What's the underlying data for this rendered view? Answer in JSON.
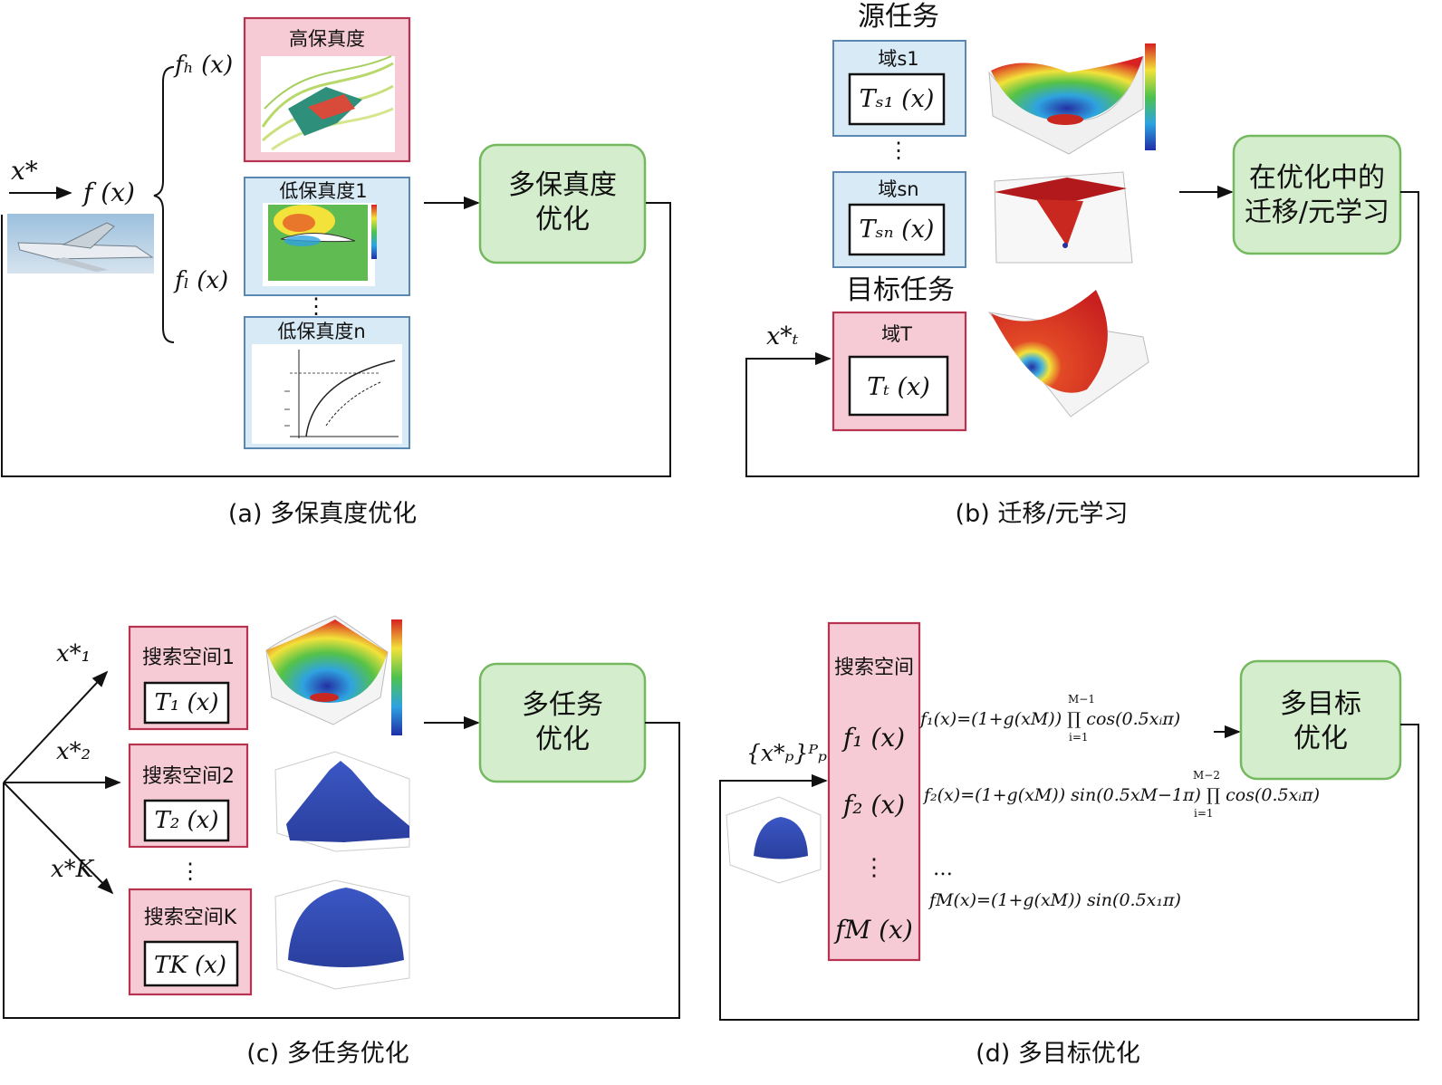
{
  "panels": {
    "a": {
      "caption": "(a) 多保真度优化",
      "input_label": "x*",
      "function_label": "f (x)",
      "hf_function": "fₕ (x)",
      "lf_function": "fₗ (x)",
      "hf_box": "高保真度",
      "lf_box_1": "低保真度1",
      "lf_box_n": "低保真度n",
      "ellipsis": "⋮",
      "opt_box": [
        "多保真度",
        "优化"
      ]
    },
    "b": {
      "caption": "(b) 迁移/元学习",
      "source_task": "源任务",
      "target_task": "目标任务",
      "domain_s1": "域s1",
      "domain_sn": "域sn",
      "domain_t": "域T",
      "task_s1": "Tₛ₁ (x)",
      "task_sn": "Tₛₙ (x)",
      "task_t": "Tₜ (x)",
      "input_label": "x*ₜ",
      "ellipsis": "⋮",
      "opt_box": [
        "在优化中的",
        "迁移/元学习"
      ]
    },
    "c": {
      "caption": "(c) 多任务优化",
      "inputs": [
        "x*₁",
        "x*₂",
        "x*K"
      ],
      "spaces": [
        {
          "title": "搜索空间1",
          "task": "T₁ (x)"
        },
        {
          "title": "搜索空间2",
          "task": "T₂ (x)"
        },
        {
          "title": "搜索空间K",
          "task": "TK (x)"
        }
      ],
      "ellipsis": "⋮",
      "opt_box": [
        "多任务",
        "优化"
      ]
    },
    "d": {
      "caption": "(d) 多目标优化",
      "input_label": "{x*ₚ}ᴾₚ",
      "search_space": "搜索空间",
      "objectives": [
        "f₁ (x)",
        "f₂ (x)",
        "⋮",
        "fM (x)"
      ],
      "formulas": [
        "f₁(x)=(1+g(xM)) ∏ cos(0.5xᵢπ)",
        "f₂(x)=(1+g(xM)) sin(0.5xM−1π) ∏ cos(0.5xᵢπ)",
        "…",
        "fM(x)=(1+g(xM)) sin(0.5x₁π)"
      ],
      "prod_upper_1": "M−1",
      "prod_upper_2": "M−2",
      "prod_lower": "i=1",
      "opt_box": [
        "多目标",
        "优化"
      ]
    }
  }
}
